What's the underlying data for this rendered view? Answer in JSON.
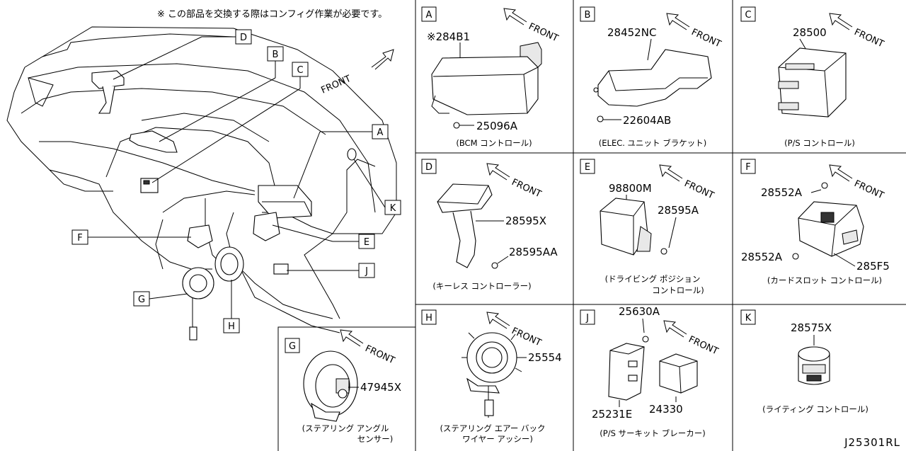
{
  "header_note": "※ この部品を交換する際はコンフィグ作業が必要です。",
  "diagram_code": "J25301RL",
  "front_label": "FRONT",
  "overview_tags": [
    "A",
    "B",
    "C",
    "D",
    "E",
    "F",
    "G",
    "H",
    "J",
    "K"
  ],
  "panels": {
    "A": {
      "letter": "A",
      "parts": [
        "※284B1",
        "25096A"
      ],
      "caption": "(BCM コントロール)"
    },
    "B": {
      "letter": "B",
      "parts": [
        "28452NC",
        "22604AB"
      ],
      "caption": "(ELEC. ユニット ブラケット)"
    },
    "C": {
      "letter": "C",
      "parts": [
        "28500"
      ],
      "caption": "(P/S コントロール)"
    },
    "D": {
      "letter": "D",
      "parts": [
        "28595X",
        "28595AA"
      ],
      "caption": "(キーレス コントローラー)"
    },
    "E": {
      "letter": "E",
      "parts": [
        "98800M",
        "28595A"
      ],
      "caption": "(ドライビング ポジション",
      "caption2": "コントロール)"
    },
    "F": {
      "letter": "F",
      "parts": [
        "28552A",
        "28552A",
        "285F5"
      ],
      "caption": "(カードスロット コントロール)"
    },
    "G": {
      "letter": "G",
      "parts": [
        "47945X"
      ],
      "caption": "(ステアリング アングル",
      "caption2": "センサー)"
    },
    "H": {
      "letter": "H",
      "parts": [
        "25554"
      ],
      "caption": "(ステアリング エアー バック",
      "caption2": "ワイヤー アッシー)"
    },
    "J": {
      "letter": "J",
      "parts": [
        "25630A",
        "25231E",
        "24330"
      ],
      "caption": "(P/S サーキット ブレーカー)"
    },
    "K": {
      "letter": "K",
      "parts": [
        "28575X"
      ],
      "caption": "(ライティング コントロール)"
    }
  }
}
